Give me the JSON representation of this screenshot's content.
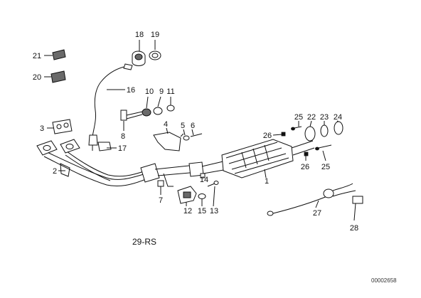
{
  "diagram": {
    "labels": {
      "p1": "1",
      "p2": "2",
      "p3": "3",
      "p4": "4",
      "p5": "5",
      "p6": "6",
      "p7": "7",
      "p8": "8",
      "p9": "9",
      "p10": "10",
      "p11": "11",
      "p12": "12",
      "p13": "13",
      "p14": "14",
      "p15": "15",
      "p16": "16",
      "p17": "17",
      "p18": "18",
      "p19": "19",
      "p20": "20",
      "p21": "21",
      "p22": "22",
      "p23": "23",
      "p24": "24",
      "p25a": "25",
      "p25b": "25",
      "p26a": "26",
      "p26b": "26",
      "p27": "27",
      "p28": "28"
    },
    "caption": "29-RS",
    "reference_number": "00002658"
  }
}
